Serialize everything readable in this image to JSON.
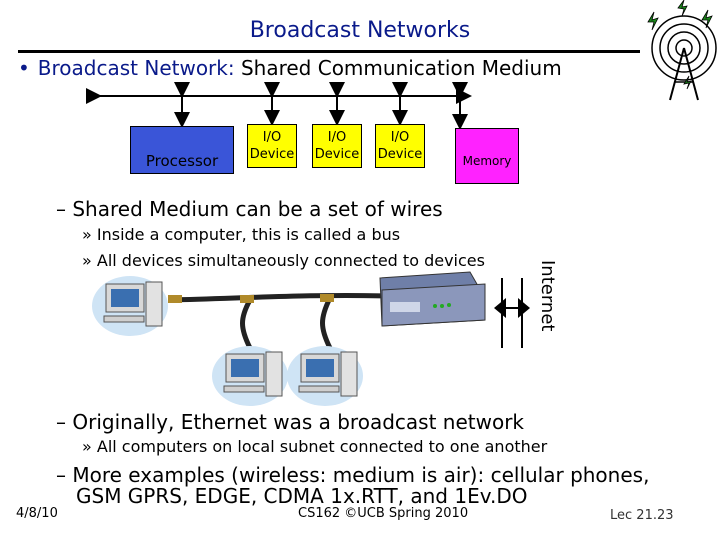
{
  "slide": {
    "title": "Broadcast Networks",
    "bullet_term": "Broadcast Network:",
    "bullet_rest": " Shared Communication Medium",
    "bus_diagram": {
      "processor": "Processor",
      "io_label": "I/O",
      "io_sub": "Device",
      "memory": "Memory"
    },
    "sub1": "– Shared Medium can be a set of wires",
    "sub1_items": [
      "» Inside a computer, this is called a bus",
      "» All devices simultaneously connected to devices"
    ],
    "internet_label": "Internet",
    "sub2": "– Originally, Ethernet was a broadcast network",
    "sub2_items": [
      "» All computers on local subnet connected to one another"
    ],
    "sub3_line1": "– More examples (wireless: medium is air): cellular phones,",
    "sub3_line2": "GSM GPRS, EDGE, CDMA 1x.RTT, and 1Ev.DO",
    "footer": {
      "date": "4/8/10",
      "course": "CS162 ©UCB Spring 2010",
      "lecture": "Lec 21.23"
    },
    "colors": {
      "title": "#0a1a8a",
      "processor": "#3a55d8",
      "io": "#ffff00",
      "memory": "#ff22ff"
    }
  }
}
